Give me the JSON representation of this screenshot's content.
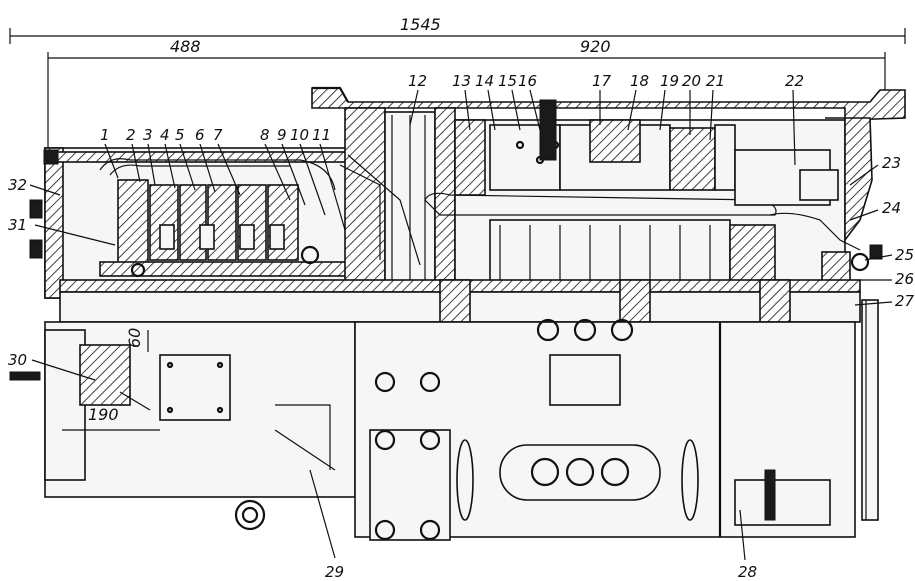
{
  "dimensions": {
    "overall": "1545",
    "left": "488",
    "right": "920",
    "small_a": "60",
    "small_b": "190"
  },
  "callouts": [
    "1",
    "2",
    "3",
    "4",
    "5",
    "6",
    "7",
    "8",
    "9",
    "10",
    "11",
    "12",
    "13",
    "14",
    "15",
    "16",
    "17",
    "18",
    "19",
    "20",
    "21",
    "22",
    "23",
    "24",
    "25",
    "26",
    "27",
    "28",
    "29",
    "30",
    "31",
    "32"
  ]
}
